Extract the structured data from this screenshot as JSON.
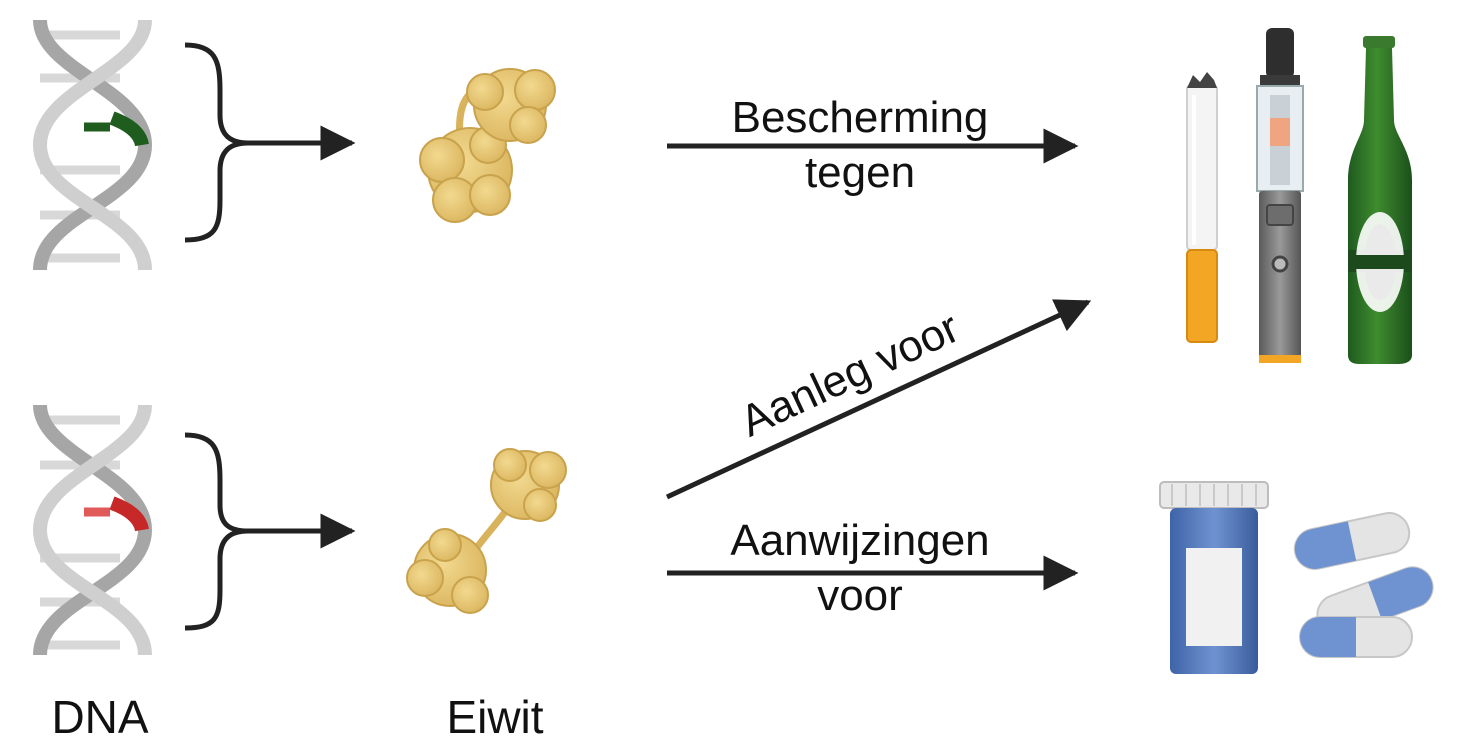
{
  "labels": {
    "dna": "DNA",
    "protein": "Eiwit",
    "protection_line1": "Bescherming",
    "protection_line2": "tegen",
    "predisposition": "Aanleg voor",
    "indications_line1": "Aanwijzingen",
    "indications_line2": "voor"
  },
  "colors": {
    "helix_light": "#cfcfcf",
    "helix_dark": "#9a9a9a",
    "variant_protective": "#1f5d1f",
    "variant_risk": "#c62828",
    "protein": "#e8c877",
    "arrow": "#222222"
  },
  "icons": {
    "dna_top": "dna-helix-icon",
    "dna_bottom": "dna-helix-icon",
    "protein_top": "protein-icon",
    "protein_bottom": "protein-icon",
    "substances": [
      "cigarette-icon",
      "e-cigarette-icon",
      "beer-bottle-icon"
    ],
    "medication": [
      "pill-bottle-icon",
      "capsule-icon"
    ]
  }
}
